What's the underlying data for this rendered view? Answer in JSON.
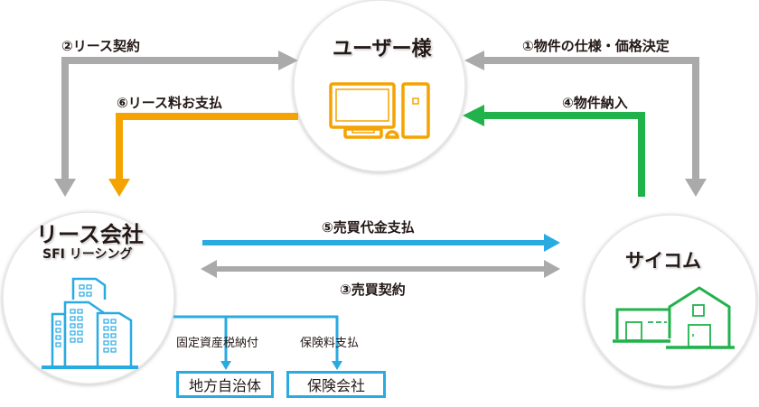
{
  "colors": {
    "gray_arrow": "#aaaaaa",
    "orange_arrow": "#f5a300",
    "green_arrow": "#22b24c",
    "blue_arrow": "#29abe2",
    "text": "#231815"
  },
  "nodes": {
    "user": {
      "title": "ユーザー様",
      "icon": "desktop-computer-icon"
    },
    "lease": {
      "title": "リース会社",
      "subtitle": "SFI リーシング",
      "icon": "office-buildings-icon"
    },
    "saicom": {
      "title": "サイコム",
      "icon": "house-factory-icon"
    }
  },
  "flows": [
    {
      "step": "①",
      "label": "①物件の仕様・価格決定",
      "from": "サイコム",
      "to": "ユーザー様",
      "color": "gray"
    },
    {
      "step": "②",
      "label": "②リース契約",
      "from": "リース会社",
      "to": "ユーザー様",
      "color": "gray"
    },
    {
      "step": "③",
      "label": "③売買契約",
      "from": "リース会社",
      "to": "サイコム",
      "color": "gray"
    },
    {
      "step": "④",
      "label": "④物件納入",
      "from": "サイコム",
      "to": "ユーザー様",
      "color": "green"
    },
    {
      "step": "⑤",
      "label": "⑤売買代金支払",
      "from": "リース会社",
      "to": "サイコム",
      "color": "blue"
    },
    {
      "step": "⑥",
      "label": "⑥リース料お支払",
      "from": "ユーザー様",
      "to": "リース会社",
      "color": "orange"
    }
  ],
  "sub_flows": [
    {
      "label": "固定資産税納付",
      "target": "地方自治体"
    },
    {
      "label": "保険料支払",
      "target": "保険会社"
    }
  ]
}
